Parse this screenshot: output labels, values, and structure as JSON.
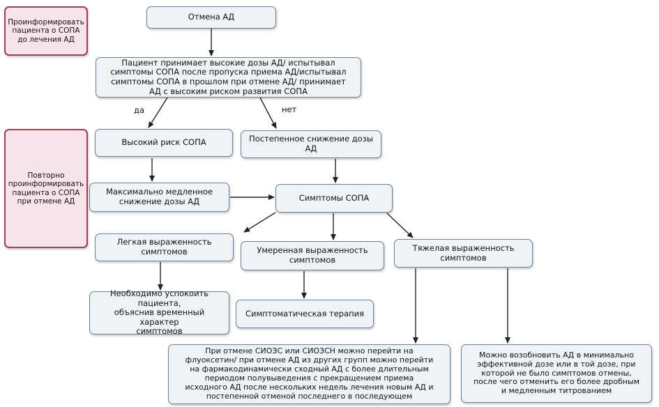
{
  "side_notes": {
    "inform_before": "Проинформировать\nпациента о СОПА\nдо лечения АД",
    "inform_after": "Повторно\nпроинформировать\nпациента  о СОПА\nпри отмене АД"
  },
  "nodes": {
    "start": "Отмена АД",
    "question": "Пациент принимает высокие дозы АД/ испытывал\nсимптомы СОПА после пропуска приема АД/испытывал\nсимптомы СОПА  в прошлом при отмене АД/ принимает\nАД с высоким риском развития СОПА",
    "high_risk": "Высокий риск СОПА",
    "gradual": "Постепенное снижение дозы АД",
    "slowest": "Максимально медленное\nснижение дозы АД",
    "symptoms": "Симптомы СОПА",
    "mild": "Легкая выраженность симптомов",
    "moderate": "Умеренная  выраженность\nсимптомов",
    "severe": "Тяжелая выраженность\nсимптомов",
    "reassure": "Необходимо успокоить пациента,\nобъяснив временный характер\nсимптомов",
    "symptomatic": "Симптоматическая терапия",
    "switch": "При отмене СИОЗС или СИОЗСН можно перейти на\nфлуоксетин/ при отмене АД из других групп можно перейти\nна фармакодинамически сходный АД с более длительным\nпериодом полувыведения с прекращением приема\nисходного АД после нескольких недель лечения новым АД и\nпостепенной отменой последнего в последующем",
    "resume": "Можно возобновить АД в минимально\nэффективной дозе или в той дозе, при\nкоторой не было симптомов отмены,\nпосле чего отменить его более дробным\nи медленным титрованием"
  },
  "branch_labels": {
    "yes": "да",
    "no": "нет"
  },
  "colors": {
    "box_fill": "#eef3f8",
    "box_border": "#6f7f8f",
    "note_fill": "#f9e4e9",
    "note_border": "#a23a50",
    "arrow": "#222222"
  }
}
